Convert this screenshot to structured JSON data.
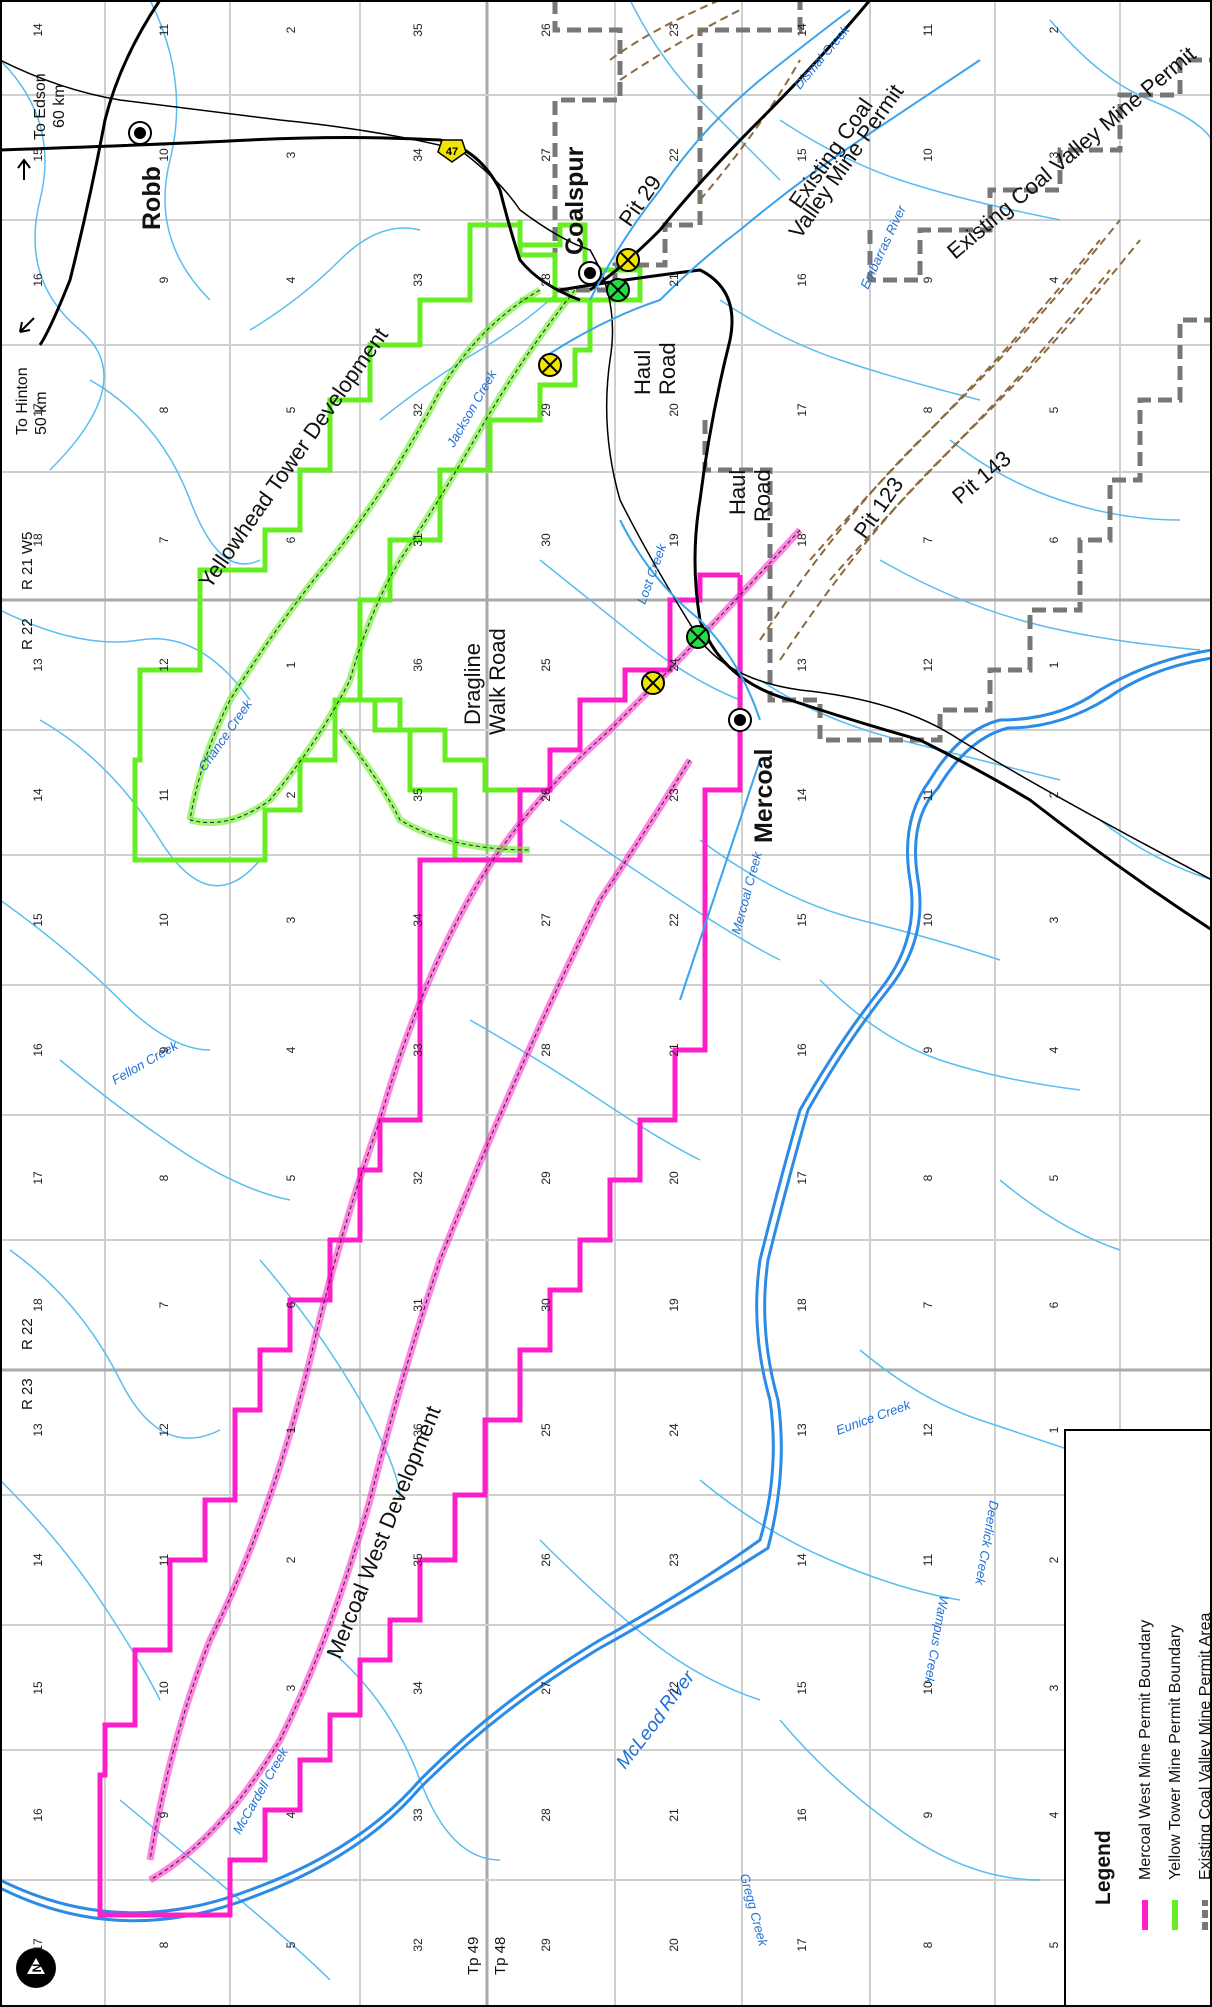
{
  "towns": {
    "robb": "Robb",
    "coalspur": "Coalspur",
    "mercoal": "Mercoal"
  },
  "highway": {
    "number": "47"
  },
  "directions": {
    "edson": "To Edson",
    "edson_dist": "60 km",
    "hinton": "To Hinton",
    "hinton_dist": "50 km"
  },
  "features": {
    "yellowhead": "Yellowhead Tower Development",
    "mercoal_west": "Mercoal West Development",
    "existing_permit_1": "Existing Coal",
    "existing_permit_1b": "Valley Mine Permit",
    "existing_permit_2": "Existing Coal Valley Mine Permit",
    "pit29": "Pit 29",
    "pit123": "Pit 123",
    "pit143": "Pit 143",
    "haul_road_1a": "Haul",
    "haul_road_1b": "Road",
    "haul_road_2a": "Haul",
    "haul_road_2b": "Road",
    "dragline_a": "Dragline",
    "dragline_b": "Walk Road"
  },
  "creeks": {
    "jackson": "Jackson Creek",
    "chance": "Chance Creek",
    "lost": "Lost Creek",
    "mercoal": "Mercoal Creek",
    "fellon": "Fellon Creek",
    "mccardell": "McCardell Creek",
    "embarras": "Embarras River",
    "dismal": "Dismal Creek",
    "eunice": "Eunice Creek",
    "deerlick": "Deerlick Creek",
    "wampus": "Wampus Creek",
    "gregg": "Gregg Creek",
    "mcleod": "McLeod",
    "river": "River"
  },
  "grid": {
    "range_r21w5": "R 21 W5",
    "range_r22_top": "R 22",
    "range_r22_bottom": "R 22",
    "range_r23": "R 23",
    "tp49": "Tp 49",
    "tp48": "Tp 48"
  },
  "section_numbers": {
    "row1": [
      "14",
      "11",
      "2",
      "35",
      "26",
      "23",
      "14",
      "11",
      "2"
    ],
    "row2": [
      "15",
      "10",
      "3",
      "34",
      "27",
      "22",
      "15",
      "10",
      "3"
    ],
    "row3": [
      "16",
      "9",
      "4",
      "33",
      "28",
      "21",
      "16",
      "9",
      "4"
    ],
    "row4": [
      "17",
      "8",
      "5",
      "32",
      "29",
      "20",
      "17",
      "8",
      "5"
    ],
    "row5": [
      "18",
      "7",
      "6",
      "31",
      "30",
      "19",
      "18",
      "7",
      "6"
    ],
    "row6": [
      "13",
      "12",
      "1",
      "36",
      "25",
      "24",
      "13",
      "12",
      "1"
    ],
    "row7": [
      "14",
      "11",
      "2",
      "35",
      "26",
      "23",
      "14",
      "11",
      "2"
    ],
    "row8": [
      "15",
      "10",
      "3",
      "34",
      "27",
      "22",
      "15",
      "10",
      "3"
    ],
    "row9": [
      "16",
      "9",
      "4",
      "33",
      "28",
      "21",
      "16",
      "9",
      "4"
    ],
    "row10": [
      "17",
      "8",
      "5",
      "32",
      "29",
      "20",
      "17",
      "8",
      "5"
    ],
    "row11": [
      "18",
      "7",
      "6",
      "31",
      "30",
      "19",
      "18",
      "7",
      "6"
    ],
    "row12": [
      "13",
      "12",
      "1",
      "36",
      "25",
      "24",
      "13",
      "12",
      "1"
    ],
    "row13": [
      "14",
      "11",
      "2",
      "35",
      "26",
      "23",
      "14",
      "11",
      "2"
    ],
    "row14": [
      "15",
      "10",
      "3",
      "34",
      "27",
      "22",
      "15",
      "10",
      "3"
    ],
    "row15": [
      "16",
      "9",
      "4",
      "33",
      "28",
      "21",
      "16",
      "9",
      "4"
    ],
    "row16": [
      "17",
      "8",
      "5",
      "32",
      "29",
      "20",
      "17",
      "8",
      "5"
    ]
  },
  "legend": {
    "title": "Legend",
    "items": [
      {
        "label": "Mercoal West Mine Permit Boundary",
        "color": "#ff1fc8"
      },
      {
        "label": "Yellow Tower Mine Permit Boundary",
        "color": "#66ee22"
      },
      {
        "label": "Existing Coal Valley Mine Permit Area",
        "color": "#777777"
      }
    ]
  },
  "colors": {
    "mercoal_boundary": "#ff1fc8",
    "yellowhead_boundary": "#66ee22",
    "existing_permit": "#777777",
    "pits": "#8b6a3e",
    "creek": "#4fb8ee",
    "river": "#2b8be6",
    "road": "#000000",
    "grid": "#cccccc"
  }
}
